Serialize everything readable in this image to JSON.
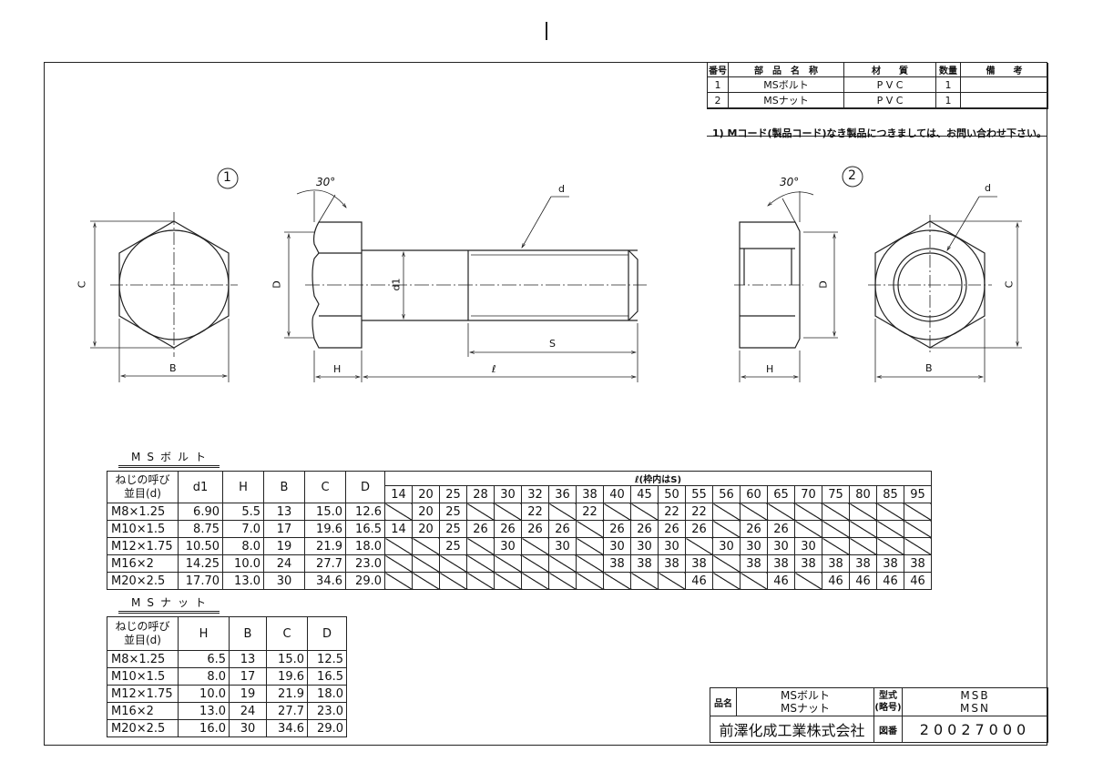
{
  "parts_list": {
    "headers": [
      "番号",
      "部　品　名　称",
      "材　　質",
      "数量",
      "備　　考"
    ],
    "rows": [
      {
        "no": "1",
        "name": "MSボルト",
        "material": "P V C",
        "qty": "1",
        "remarks": ""
      },
      {
        "no": "2",
        "name": "MSナット",
        "material": "P V C",
        "qty": "1",
        "remarks": ""
      }
    ]
  },
  "note": "1)  Mコード(製品コード)なき製品につきましては、お問い合わせ下さい。",
  "drawing": {
    "bolt_marker": "1",
    "nut_marker": "2",
    "angle_label": "30°",
    "labels": {
      "C": "C",
      "B": "B",
      "D": "D",
      "H": "H",
      "d1": "d1",
      "d": "d",
      "S": "S",
      "l": "ℓ"
    }
  },
  "bolt_table": {
    "title": "MSボルト",
    "head_line1": "ねじの呼び",
    "head_line2": "並目(d)",
    "columns": [
      "d1",
      "H",
      "B",
      "C",
      "D"
    ],
    "length_header": "ℓ(枠内はS)",
    "lengths": [
      "14",
      "20",
      "25",
      "28",
      "30",
      "32",
      "36",
      "38",
      "40",
      "45",
      "50",
      "55",
      "56",
      "60",
      "65",
      "70",
      "75",
      "80",
      "85",
      "95"
    ],
    "rows": [
      {
        "size": "M8×1.25",
        "d1": "6.90",
        "H": "5.5",
        "B": "13",
        "C": "15.0",
        "D": "12.6",
        "s": [
          null,
          "20",
          "25",
          null,
          null,
          "22",
          null,
          "22",
          null,
          null,
          "22",
          "22",
          null,
          null,
          null,
          null,
          null,
          null,
          null,
          null
        ]
      },
      {
        "size": "M10×1.5",
        "d1": "8.75",
        "H": "7.0",
        "B": "17",
        "C": "19.6",
        "D": "16.5",
        "s": [
          "14",
          "20",
          "25",
          "26",
          "26",
          "26",
          "26",
          null,
          "26",
          "26",
          "26",
          "26",
          null,
          "26",
          "26",
          null,
          null,
          null,
          null,
          null
        ]
      },
      {
        "size": "M12×1.75",
        "d1": "10.50",
        "H": "8.0",
        "B": "19",
        "C": "21.9",
        "D": "18.0",
        "s": [
          null,
          null,
          "25",
          null,
          "30",
          null,
          "30",
          null,
          "30",
          "30",
          "30",
          null,
          "30",
          "30",
          "30",
          "30",
          null,
          null,
          null,
          null
        ]
      },
      {
        "size": "M16×2",
        "d1": "14.25",
        "H": "10.0",
        "B": "24",
        "C": "27.7",
        "D": "23.0",
        "s": [
          null,
          null,
          null,
          null,
          null,
          null,
          null,
          null,
          "38",
          "38",
          "38",
          "38",
          null,
          "38",
          "38",
          "38",
          "38",
          "38",
          "38",
          "38"
        ]
      },
      {
        "size": "M20×2.5",
        "d1": "17.70",
        "H": "13.0",
        "B": "30",
        "C": "34.6",
        "D": "29.0",
        "s": [
          null,
          null,
          null,
          null,
          null,
          null,
          null,
          null,
          null,
          null,
          null,
          "46",
          null,
          null,
          "46",
          null,
          "46",
          "46",
          "46",
          "46"
        ]
      }
    ]
  },
  "nut_table": {
    "title": "MSナット",
    "head_line1": "ねじの呼び",
    "head_line2": "並目(d)",
    "columns": [
      "H",
      "B",
      "C",
      "D"
    ],
    "rows": [
      {
        "size": "M8×1.25",
        "H": "6.5",
        "B": "13",
        "C": "15.0",
        "D": "12.5"
      },
      {
        "size": "M10×1.5",
        "H": "8.0",
        "B": "17",
        "C": "19.6",
        "D": "16.5"
      },
      {
        "size": "M12×1.75",
        "H": "10.0",
        "B": "19",
        "C": "21.9",
        "D": "18.0"
      },
      {
        "size": "M16×2",
        "H": "13.0",
        "B": "24",
        "C": "27.7",
        "D": "23.0"
      },
      {
        "size": "M20×2.5",
        "H": "16.0",
        "B": "30",
        "C": "34.6",
        "D": "29.0"
      }
    ]
  },
  "title_block": {
    "product_name_label": "品名",
    "product_name_1": "MSボルト",
    "product_name_2": "MSナット",
    "model_label_1": "型式",
    "model_label_2": "(略号)",
    "model_1": "MSB",
    "model_2": "MSN",
    "company": "前澤化成工業株式会社",
    "drawing_no_label": "図番",
    "drawing_no": "20027000"
  }
}
